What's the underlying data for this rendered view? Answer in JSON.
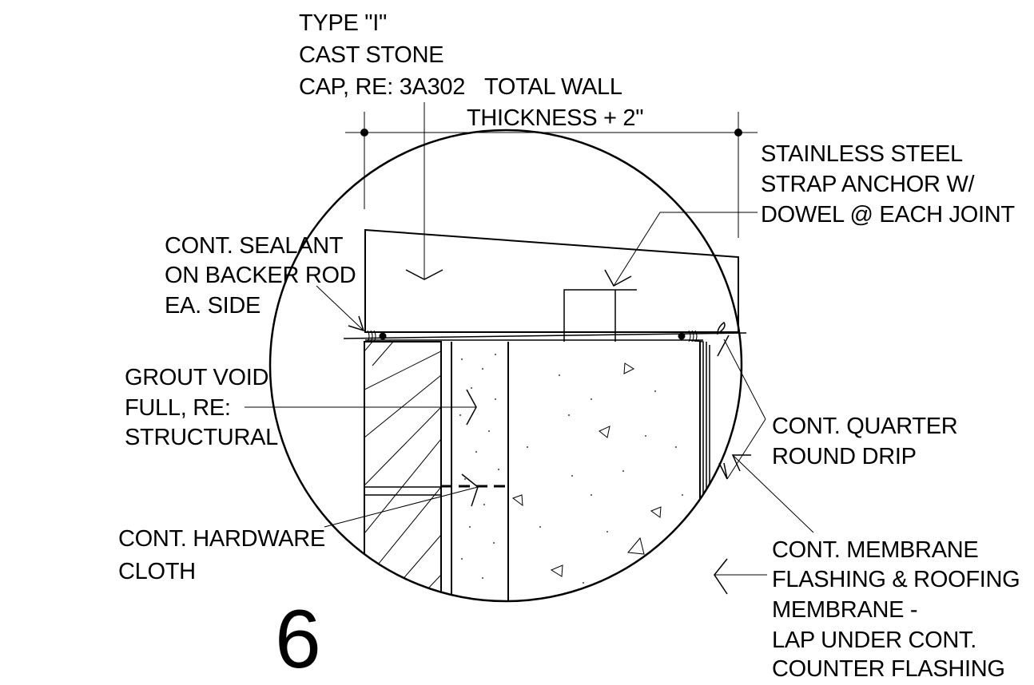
{
  "labels": {
    "cap": [
      "TYPE \"I\"",
      "CAST STONE",
      "CAP, RE: 3A302"
    ],
    "wall_thickness": [
      "TOTAL WALL",
      "THICKNESS + 2\""
    ],
    "strap_anchor": [
      "STAINLESS STEEL",
      "STRAP ANCHOR W/",
      "DOWEL @ EACH JOINT"
    ],
    "sealant": [
      "CONT. SEALANT",
      "ON BACKER ROD",
      "EA. SIDE"
    ],
    "grout": [
      "GROUT VOID",
      "FULL, RE:",
      "STRUCTURAL"
    ],
    "drip": [
      "CONT. QUARTER",
      "ROUND DRIP"
    ],
    "hardware_cloth": [
      "CONT. HARDWARE",
      "CLOTH"
    ],
    "membrane": [
      "CONT. MEMBRANE",
      "FLASHING & ROOFING",
      "MEMBRANE -",
      "LAP UNDER CONT.",
      "COUNTER  FLASHING"
    ]
  },
  "detail_number": "6"
}
